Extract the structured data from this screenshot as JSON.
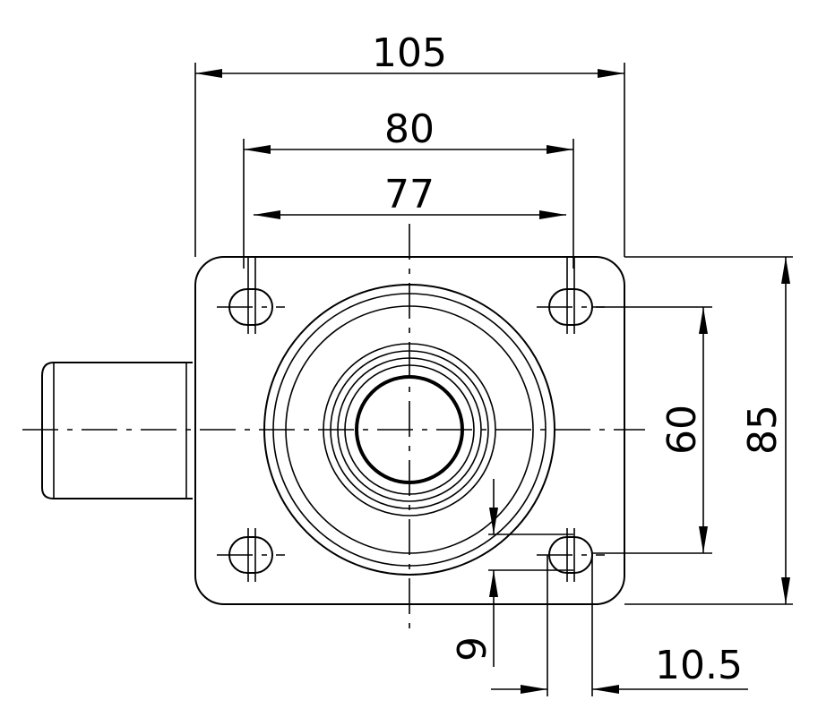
{
  "drawing": {
    "dimensions": {
      "overall_width": "105",
      "hole_spacing_outer": "80",
      "hole_spacing_inner": "77",
      "hole_spacing_vertical": "60",
      "overall_height": "85",
      "slot_width": "9",
      "slot_length": "10.5"
    }
  }
}
